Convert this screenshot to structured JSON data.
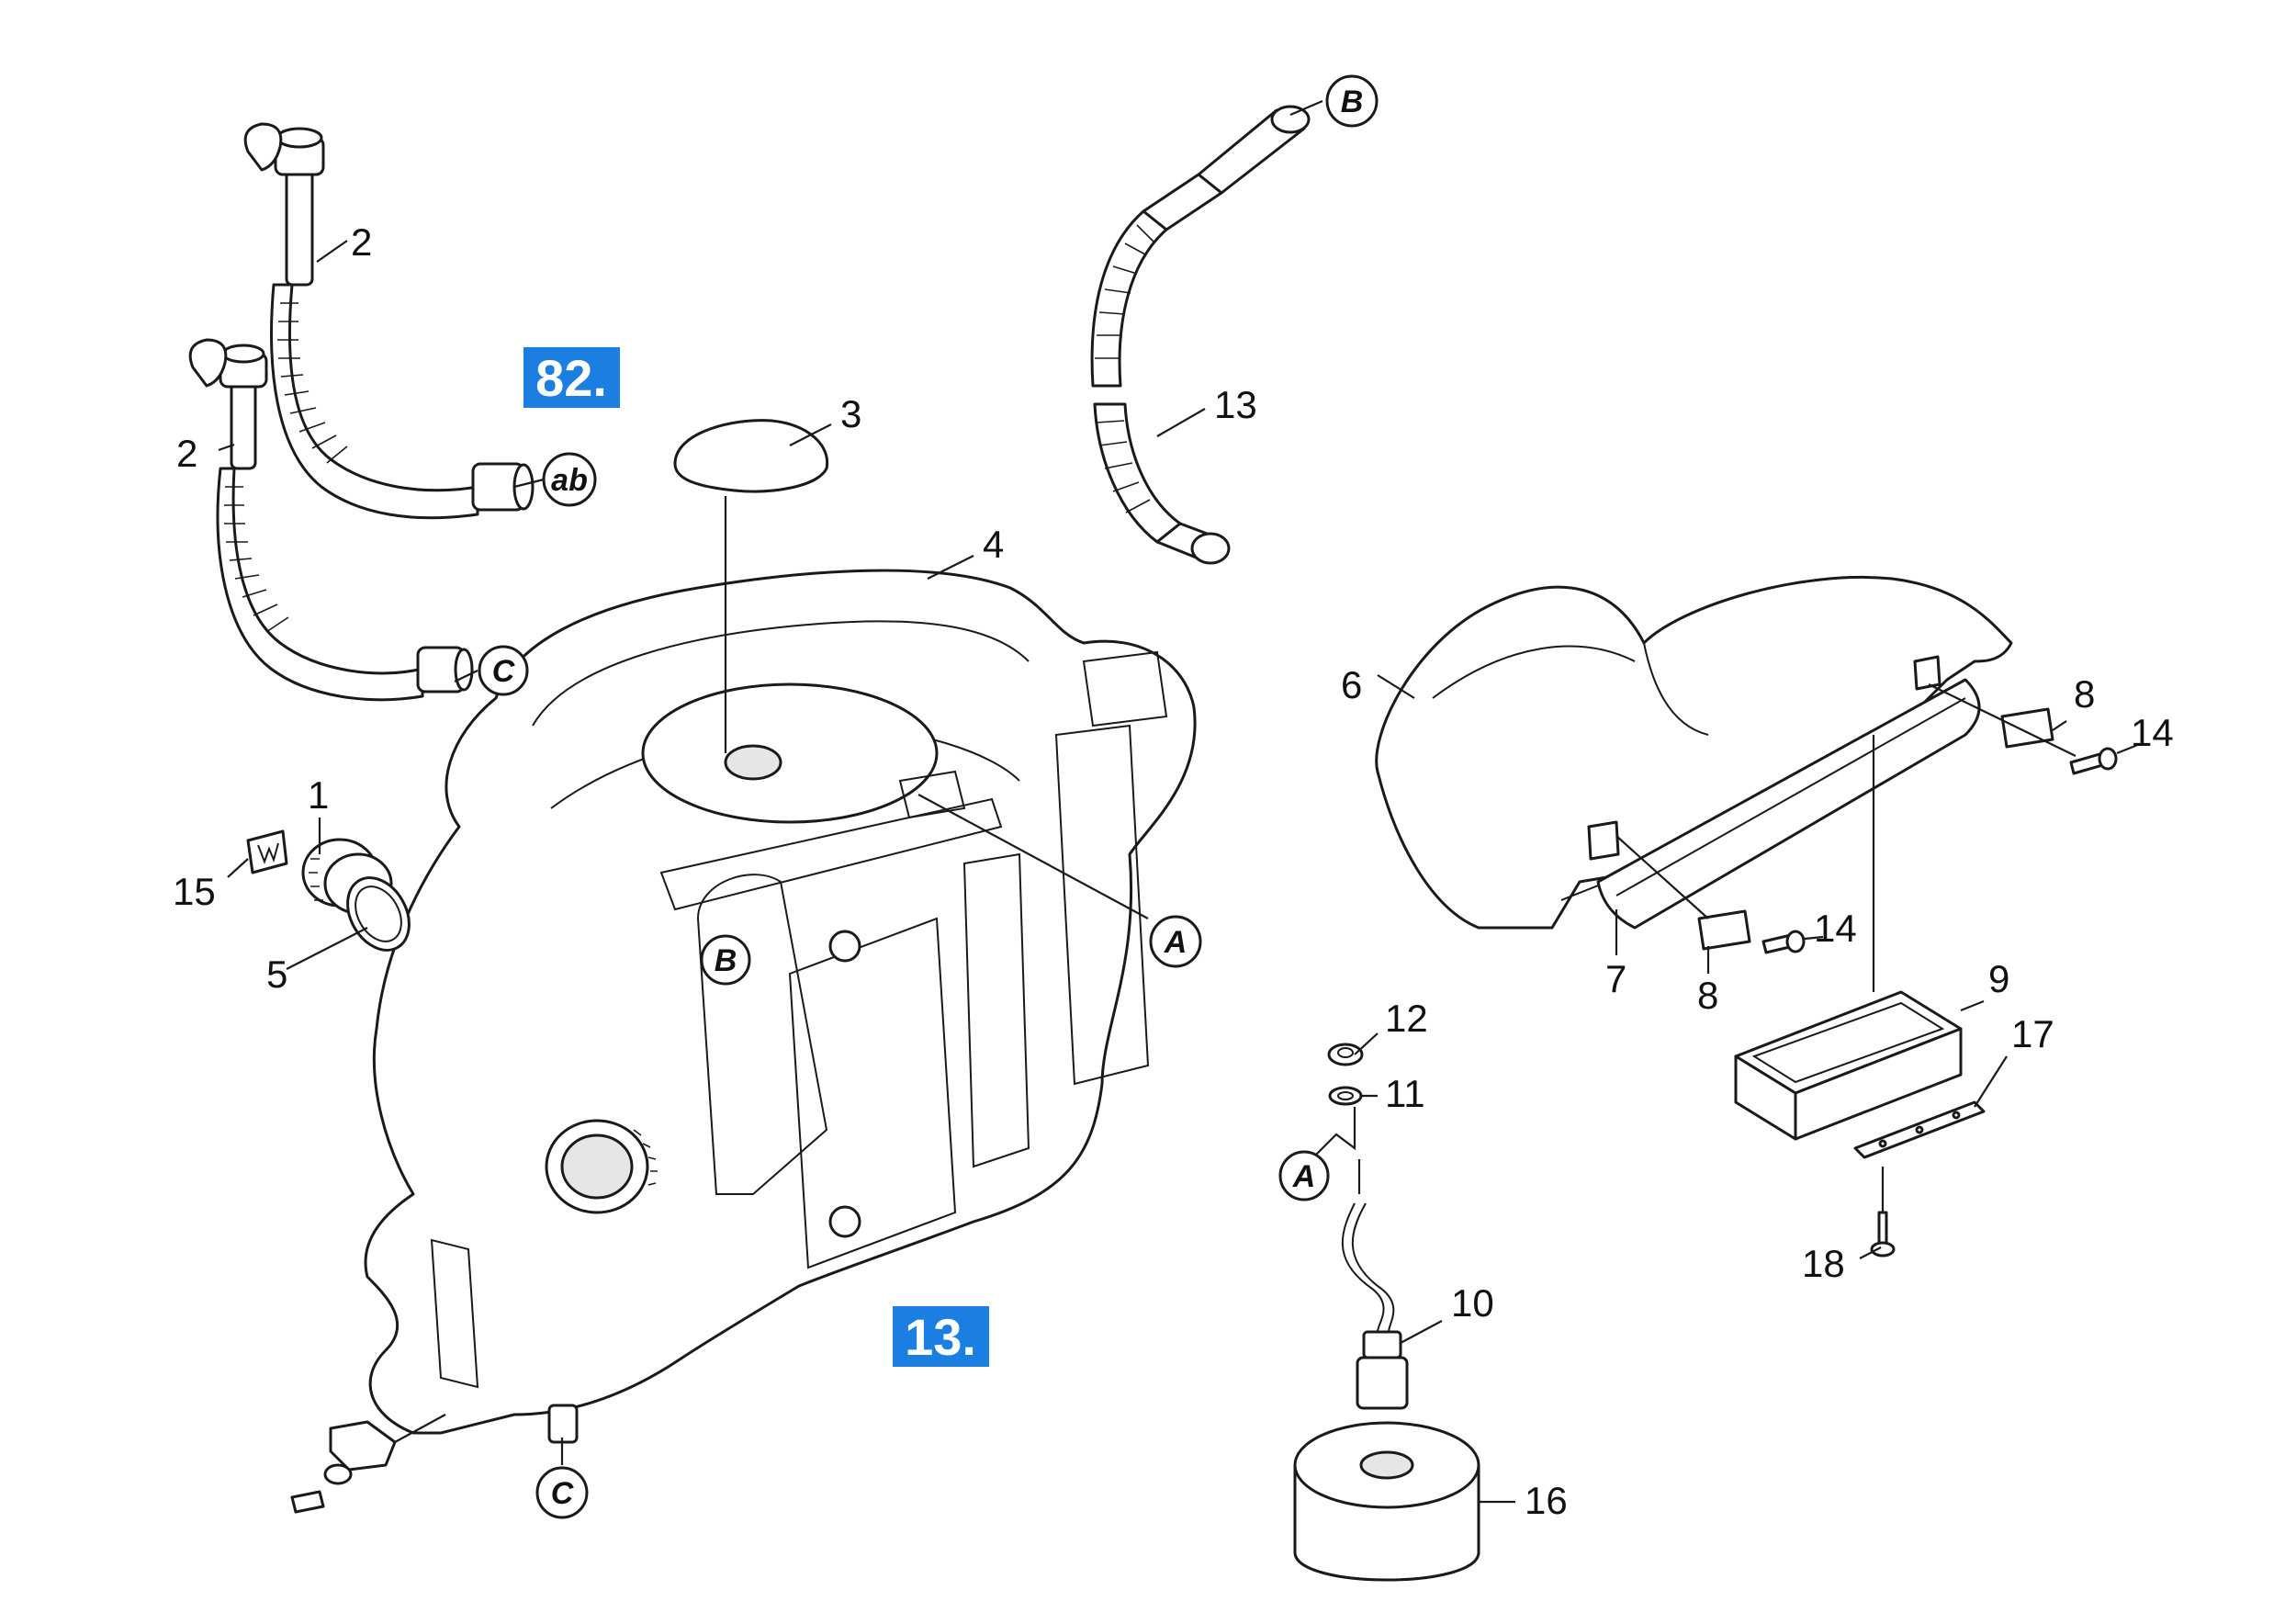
{
  "diagram": {
    "part_numbers": {
      "p1": "1",
      "p2a": "2",
      "p2b": "2",
      "p3": "3",
      "p4": "4",
      "p5": "5",
      "p6": "6",
      "p7": "7",
      "p8a": "8",
      "p8b": "8",
      "p9": "9",
      "p10": "10",
      "p11": "11",
      "p12": "12",
      "p13": "13",
      "p14a": "14",
      "p14b": "14",
      "p15": "15",
      "p16": "16",
      "p17": "17",
      "p18": "18"
    },
    "connector_labels": {
      "ab": "ab",
      "c_top": "C",
      "c_bottom": "C",
      "b_top": "B",
      "b_tank": "B",
      "a_tank": "A",
      "a_cable": "A"
    },
    "reference_badges": {
      "ref_82": "82.",
      "ref_13": "13."
    },
    "colors": {
      "badge": "#1a7fe0",
      "line": "#1a1a1a",
      "fill_grey": "#e6e6e6"
    }
  }
}
